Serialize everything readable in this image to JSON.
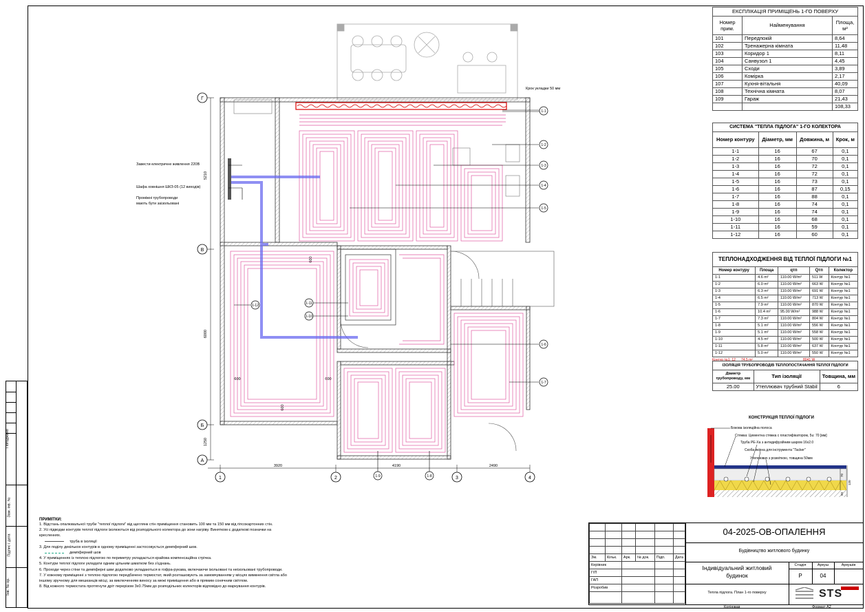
{
  "explication": {
    "title": "ЕКСПЛІКАЦІЯ ПРИМІЩЕНЬ 1-ГО ПОВЕРХУ",
    "headers": [
      "Номер прим.",
      "Найменування",
      "Площа, м²"
    ],
    "rows": [
      [
        "101",
        "Передпокій",
        "8,64"
      ],
      [
        "102",
        "Тренажерна кімната",
        "11,48"
      ],
      [
        "103",
        "Коридор 1",
        "8,11"
      ],
      [
        "104",
        "Санвузол 1",
        "4,45"
      ],
      [
        "105",
        "Сходи",
        "3,89"
      ],
      [
        "106",
        "Комірка",
        "2,17"
      ],
      [
        "107",
        "Кухня-вітальня",
        "40,09"
      ],
      [
        "108",
        "Технічна кімната",
        "8,07"
      ],
      [
        "109",
        "Гараж",
        "21,43"
      ]
    ],
    "total": "108,33"
  },
  "system": {
    "title": "СИСТЕМА \"ТЕПЛА ПІДЛОГА\" 1-ГО КОЛЕКТОРА",
    "headers": [
      "Номер контуру",
      "Діаметр, мм",
      "Довжина, м",
      "Крок, м"
    ],
    "rows": [
      [
        "1-1",
        "16",
        "67",
        "0,1"
      ],
      [
        "1-2",
        "16",
        "70",
        "0,1"
      ],
      [
        "1-3",
        "16",
        "72",
        "0,1"
      ],
      [
        "1-4",
        "16",
        "72",
        "0,1"
      ],
      [
        "1-5",
        "16",
        "73",
        "0,1"
      ],
      [
        "1-6",
        "16",
        "87",
        "0,15"
      ],
      [
        "1-7",
        "16",
        "88",
        "0,1"
      ],
      [
        "1-8",
        "16",
        "74",
        "0,1"
      ],
      [
        "1-9",
        "16",
        "74",
        "0,1"
      ],
      [
        "1-10",
        "16",
        "68",
        "0,1"
      ],
      [
        "1-11",
        "16",
        "59",
        "0,1"
      ],
      [
        "1-12",
        "16",
        "60",
        "0,1"
      ]
    ]
  },
  "heat": {
    "title": "ТЕПЛОНАДХОДЖЕННЯ ВІД ТЕПЛОЇ ПІДЛОГИ №1",
    "headers": [
      "Номер контуру",
      "Площа",
      "qтп",
      "Qтп",
      "Колектор"
    ],
    "rows": [
      [
        "1-1",
        "4.6 m²",
        "110.00 W/m²",
        "511 W",
        "Контур №1"
      ],
      [
        "1-2",
        "6.0 m²",
        "110.00 W/m²",
        "663 W",
        "Контур №1"
      ],
      [
        "1-3",
        "6.3 m²",
        "110.00 W/m²",
        "691 W",
        "Контур №1"
      ],
      [
        "1-4",
        "6.5 m²",
        "110.00 W/m²",
        "713 W",
        "Контур №1"
      ],
      [
        "1-5",
        "7.9 m²",
        "110.00 W/m²",
        "870 W",
        "Контур №1"
      ],
      [
        "1-6",
        "10.4 m²",
        "95.00 W/m²",
        "988 W",
        "Контур №1"
      ],
      [
        "1-7",
        "7.3 m²",
        "110.00 W/m²",
        "804 W",
        "Контур №1"
      ],
      [
        "1-8",
        "5.1 m²",
        "110.00 W/m²",
        "556 W",
        "Контур №1"
      ],
      [
        "1-9",
        "5.1 m²",
        "110.00 W/m²",
        "558 W",
        "Контур №1"
      ],
      [
        "1-10",
        "4.5 m²",
        "110.00 W/m²",
        "500 W",
        "Контур №1"
      ],
      [
        "1-11",
        "5.8 m²",
        "110.00 W/m²",
        "637 W",
        "Контур №1"
      ],
      [
        "1-12",
        "5.0 m²",
        "110.00 W/m²",
        "550 W",
        "Контур №1"
      ]
    ],
    "footer": [
      "Контур №1: 12",
      "74.5 m²",
      "",
      "8041 W",
      ""
    ]
  },
  "insulation": {
    "title": "ІЗОЛЯЦІЯ ТРУБОПРОВОДІВ ТЕПЛОПОСТАЧАННЯ ТЕПЛОЇ ПІДЛОГИ",
    "headers": [
      "Діаметр трубопроводу, мм",
      "Тип ізоляції",
      "Товщина, мм"
    ],
    "row": [
      "25.00",
      "Утеплювач трубний Stabil",
      "6"
    ]
  },
  "construction": {
    "title": "КОНСТРУКЦІЯ ТЕПЛОЇ ПІДЛОГИ",
    "labels": [
      "Бокова ізоляційна полоса",
      "Стяжка: Цементна стяжка с пластифікатором, 5u: 70 [мм]",
      "Труба PE-Xa з антидифузійним шаром 16x2.0",
      "Скоба якірна для інструмента \"Tacker\"",
      "Утеплювач з розміткою, товщина 50мм"
    ],
    "dims": [
      "70",
      "50",
      "120"
    ]
  },
  "plan": {
    "axes_v": [
      "1",
      "2",
      "3",
      "4"
    ],
    "axes_h": [
      "Г",
      "В",
      "Б",
      "А"
    ],
    "dims_bottom": [
      "3920",
      "4190",
      "2490"
    ],
    "dims_left": [
      "5210",
      "6000",
      "1250"
    ],
    "dim_small": [
      "600",
      "600",
      "600",
      "600"
    ],
    "circuit_tags": [
      "1-1",
      "1-2",
      "1-3",
      "1-4",
      "1-5",
      "1-6",
      "1-7",
      "1-8",
      "1-9",
      "1-10",
      "1-11",
      "1-12"
    ],
    "callouts": {
      "step": "Крок укладки 50 мм",
      "power": "Завести електричне живлення 220В",
      "cabinet": "Шафа ховнішня ШКЗ-05 (12 виходів)",
      "pipes": "Проміжні трубопроводи мають бути заізольовані"
    }
  },
  "notes": {
    "title": "ПРИМІТКИ:",
    "lines": [
      "1. Відстань опалювальної труби \"теплої підлоги\" від щеглянк стін приміщення становить 100 мм та 150 мм від гіпсокартонних стін.",
      "2. Усі підводки контурів теплої підлоги ізолюються від розподільного колектора до зони нагріву. Винятком є додаткові позначки на",
      "кресленнях.",
      "труба в ізоляції",
      "3. Для поділу декількох контурів в одному приміщенні застосовується демпферний шов.",
      "демпферний шов",
      "4. У приміщеннях із теплою підлогою по периметру укладається крайова компенсаційна стрічка.",
      "5. Контури теплої підлоги укладати одним цільним шматком без з'єднань.",
      "6. Проходи через стіни та демпферні шви додатково укладаються в гофра-рукава, включаючи ізольовані та неізольовані трубопроводи.",
      "7. У кожному приміщенні з теплою підлогою передбачено термостат, який розташовують за замовчуванням у місцях вимкнення світла або",
      "іншому зручному для мешканців місці, за виключенням виносу за межі приміщення або в прямим сонячним світлом.",
      "8. Від кожного термостата протягнути дріт перерізом 3x0.75мм до розподільних колекторів відповідно до маркування контурів."
    ]
  },
  "stamp": {
    "code": "04-2025-ОВ-ОПАЛЕННЯ",
    "project": "Будівництво житлового будинку",
    "object": "Індивідуальний житловий будинок",
    "sheet_title": "Тепла підлога. План 1-го поверху",
    "cols": [
      "Зм.",
      "Кільк.",
      "Арк.",
      "№ док.",
      "Підп.",
      "Дата"
    ],
    "roles": [
      "Керівник",
      "ГІП",
      "ГАП",
      "Розробив"
    ],
    "stage_headers": [
      "Стадія",
      "Аркуш",
      "Аркушів"
    ],
    "stage": "Р",
    "sheet": "04",
    "logo": "STS",
    "bottom_left": "Копіював",
    "bottom_right": "Формат А2"
  },
  "side_stamp": [
    "Погоджено",
    "Зам. інв. №",
    "Підпис і дата",
    "Інв. № ор."
  ]
}
